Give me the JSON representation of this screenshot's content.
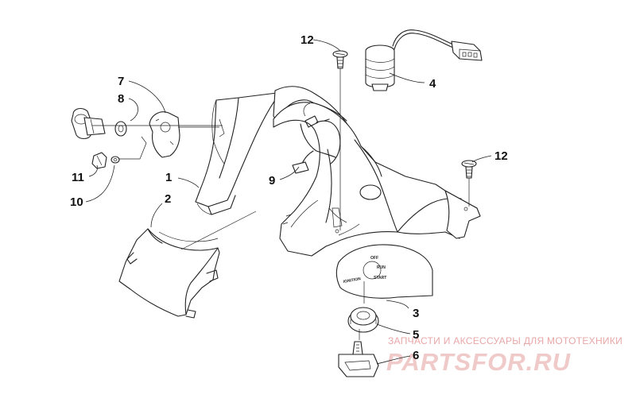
{
  "callouts": [
    {
      "label": "1"
    },
    {
      "label": "2"
    },
    {
      "label": "3"
    },
    {
      "label": "4"
    },
    {
      "label": "5"
    },
    {
      "label": "6"
    },
    {
      "label": "7"
    },
    {
      "label": "8"
    },
    {
      "label": "9"
    },
    {
      "label": "10"
    },
    {
      "label": "11"
    },
    {
      "label": "12"
    },
    {
      "label": "12"
    }
  ],
  "switch_plate": {
    "off": "OFF",
    "run": "RUN",
    "start": "START",
    "ignition": "IGNITION"
  },
  "watermark": {
    "tagline": "ЗАПЧАСТИ И АКСЕССУАРЫ ДЛЯ МОТОТЕХНИКИ",
    "brand": "PARTSFOR.RU"
  },
  "colors": {
    "ink": "#222222",
    "watermark": "#f0c9c9",
    "background": "#ffffff"
  }
}
